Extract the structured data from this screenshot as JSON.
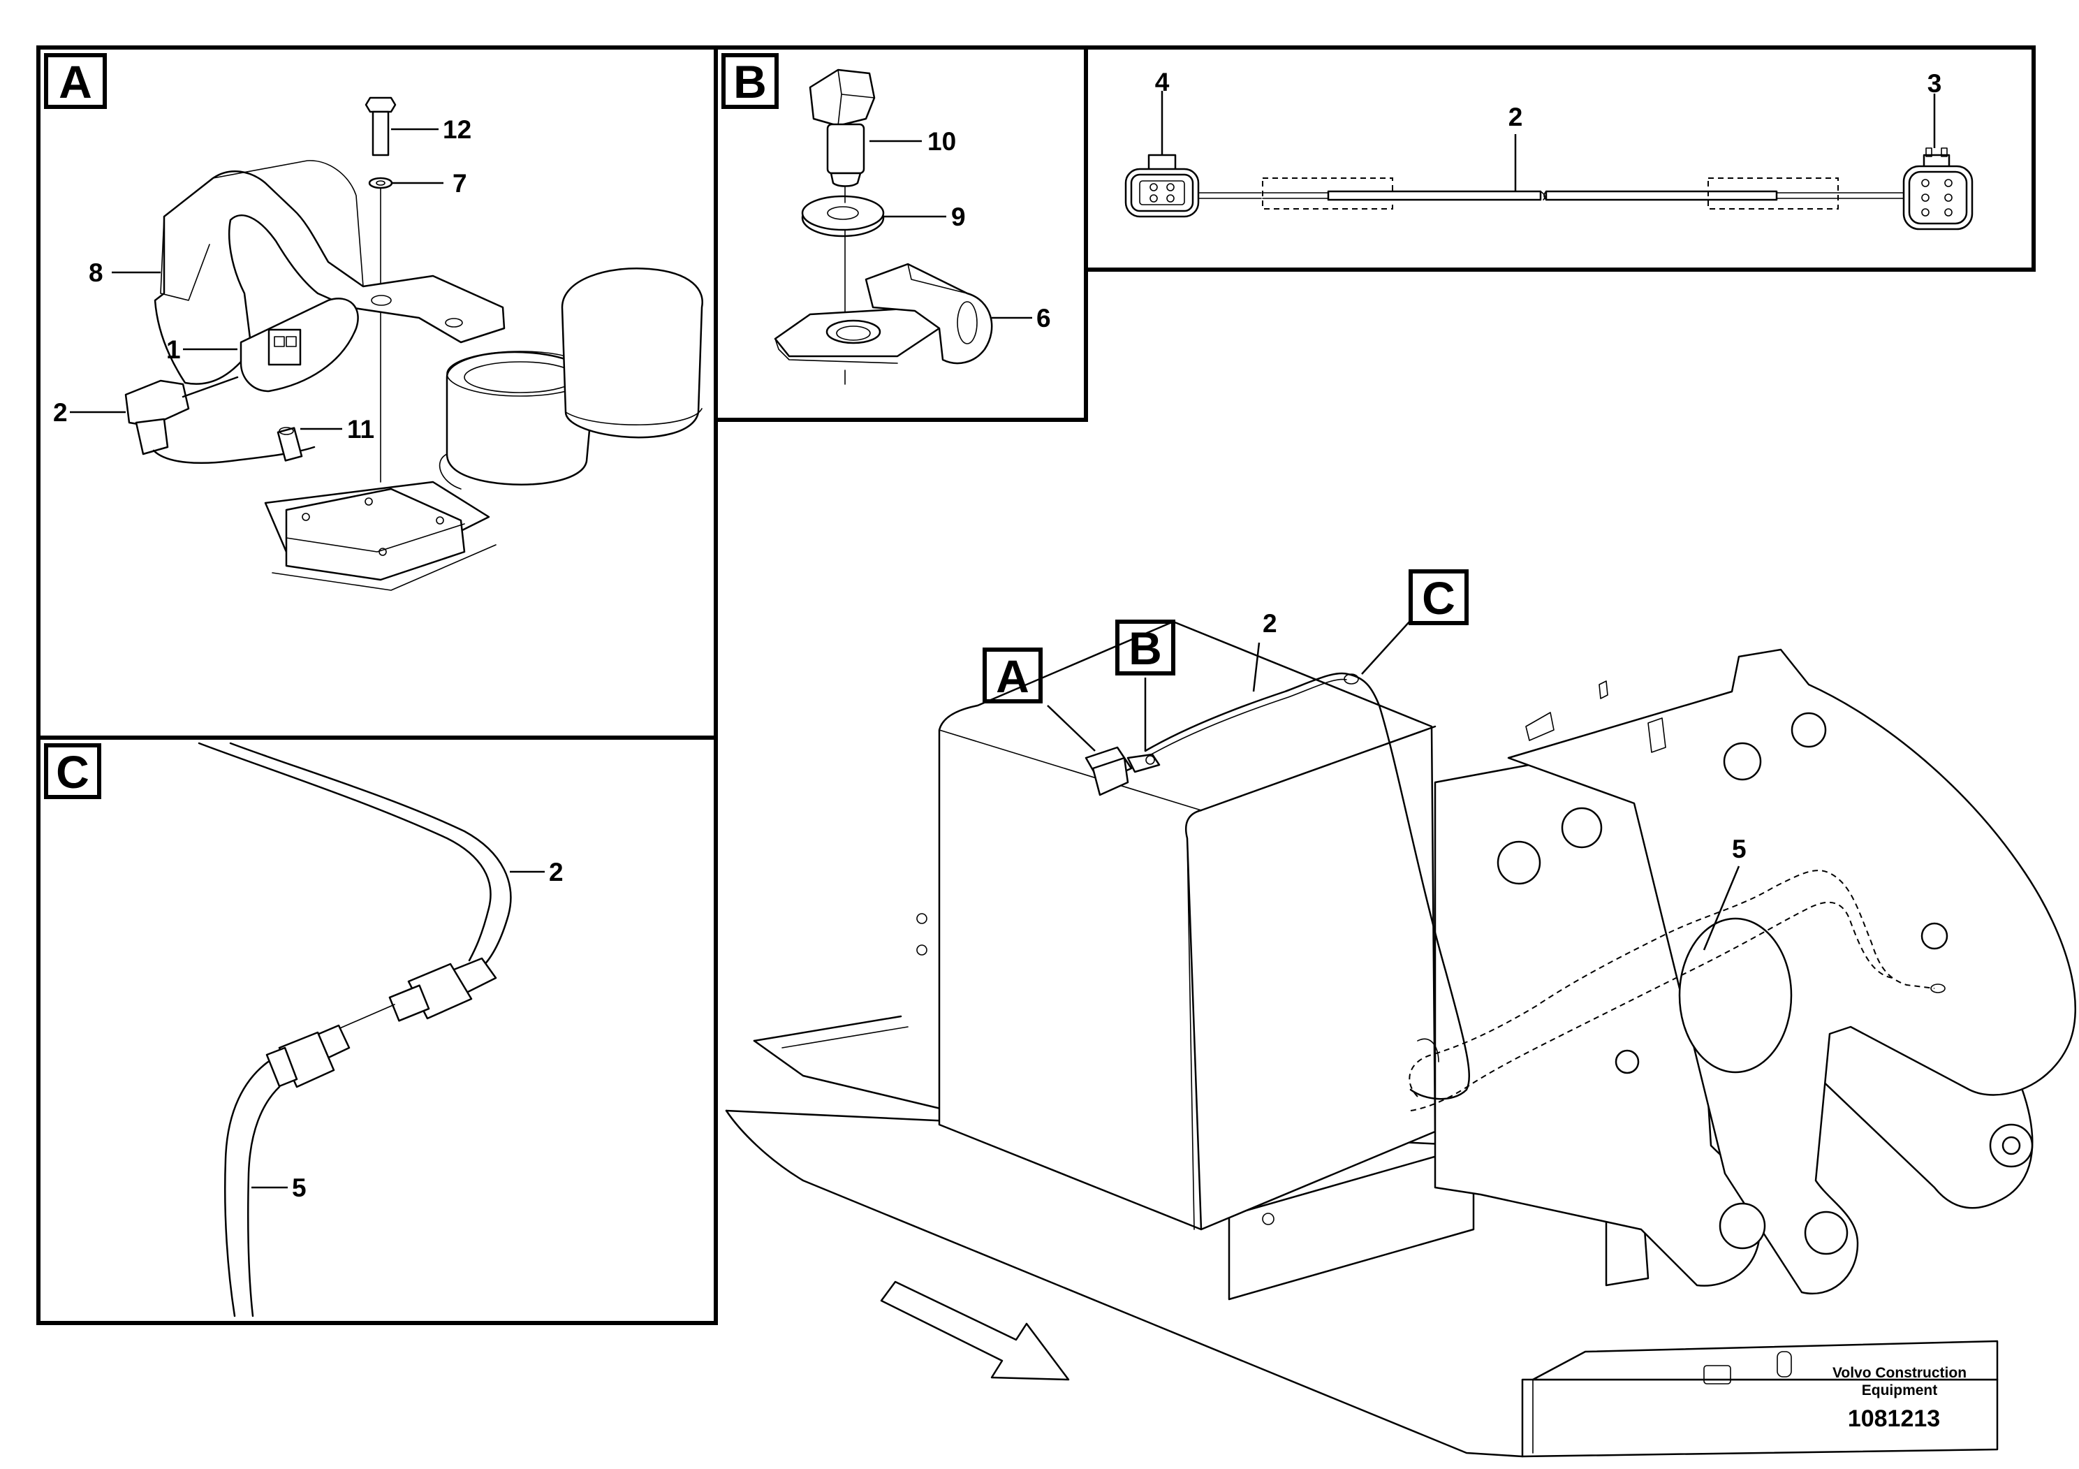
{
  "panels": {
    "A": {
      "tag": "A",
      "callouts": {
        "c12": "12",
        "c7": "7",
        "c8": "8",
        "c1": "1",
        "c2": "2",
        "c11": "11"
      }
    },
    "B": {
      "tag": "B",
      "callouts": {
        "c10": "10",
        "c9": "9",
        "c6": "6"
      }
    },
    "harness": {
      "callouts": {
        "c4": "4",
        "c2": "2",
        "c3": "3"
      }
    },
    "C": {
      "tag": "C",
      "callouts": {
        "c2": "2",
        "c5": "5"
      }
    }
  },
  "main_view": {
    "tags": {
      "A": "A",
      "B": "B",
      "C": "C"
    },
    "callouts": {
      "c2": "2",
      "c5": "5"
    }
  },
  "footer": {
    "company_line1": "Volvo Construction",
    "company_line2": "Equipment",
    "drawing_number": "1081213"
  }
}
